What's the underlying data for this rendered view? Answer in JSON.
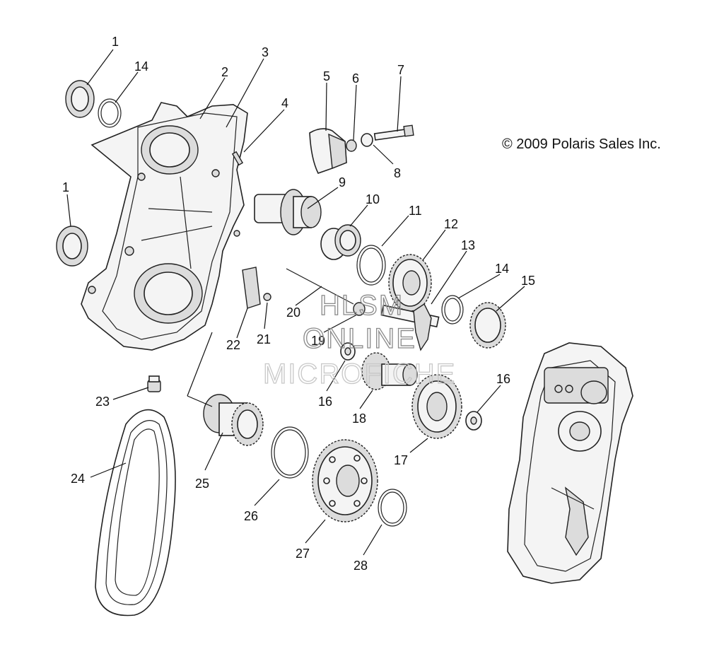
{
  "copyright": "© 2009 Polaris Sales Inc.",
  "watermark": {
    "line1": "HLSM",
    "line2": "ONLINE",
    "line3": "MICROFICHE"
  },
  "callouts": [
    {
      "label": "1"
    },
    {
      "label": "14"
    },
    {
      "label": "2"
    },
    {
      "label": "3"
    },
    {
      "label": "4"
    },
    {
      "label": "5"
    },
    {
      "label": "6"
    },
    {
      "label": "7"
    },
    {
      "label": "8"
    },
    {
      "label": "1"
    },
    {
      "label": "9"
    },
    {
      "label": "10"
    },
    {
      "label": "11"
    },
    {
      "label": "12"
    },
    {
      "label": "13"
    },
    {
      "label": "14"
    },
    {
      "label": "15"
    },
    {
      "label": "20"
    },
    {
      "label": "19"
    },
    {
      "label": "22"
    },
    {
      "label": "21"
    },
    {
      "label": "16"
    },
    {
      "label": "18"
    },
    {
      "label": "16"
    },
    {
      "label": "17"
    },
    {
      "label": "23"
    },
    {
      "label": "24"
    },
    {
      "label": "25"
    },
    {
      "label": "26"
    },
    {
      "label": "27"
    },
    {
      "label": "28"
    }
  ]
}
